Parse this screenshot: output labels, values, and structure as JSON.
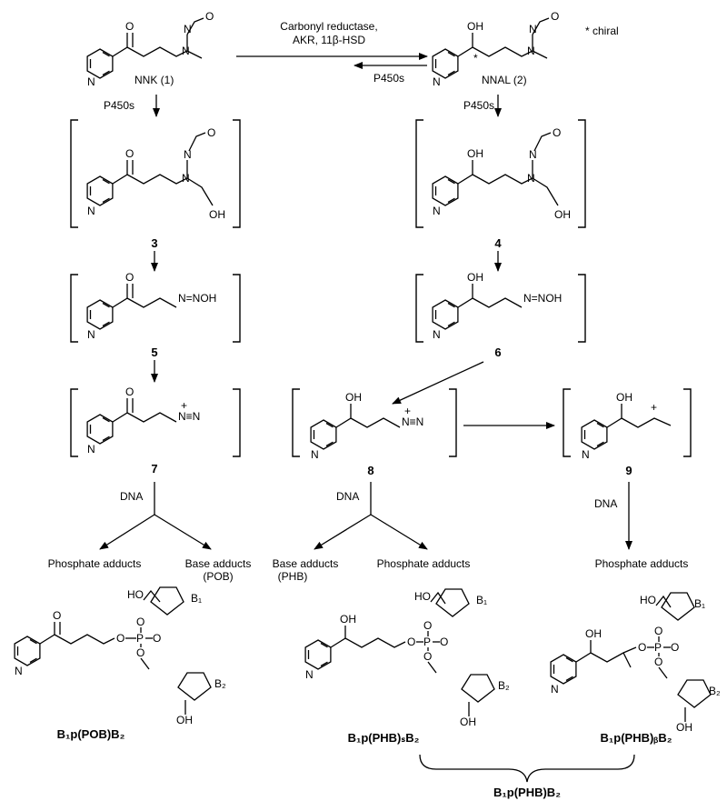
{
  "top": {
    "nnk": "NNK (1)",
    "nnal": "NNAL (2)",
    "chiral_note": "* chiral",
    "star": "*",
    "fwd_line1": "Carbonyl reductase,",
    "fwd_line2": "AKR, 11β-HSD",
    "rev": "P450s"
  },
  "p450": "P450s",
  "compounds": {
    "c3": "3",
    "c4": "4",
    "c5": "5",
    "c6": "6",
    "c7": "7",
    "c8": "8",
    "c9": "9"
  },
  "dna": "DNA",
  "adducts": {
    "phosphate": "Phosphate adducts",
    "base": "Base adducts",
    "pob": "(POB)",
    "phb": "(PHB)"
  },
  "atoms": {
    "O": "O",
    "N": "N",
    "OH": "OH",
    "HO": "HO",
    "P": "P",
    "plus": "+",
    "NOH": "N=NOH",
    "NN": "N≡N"
  },
  "products": {
    "pob": "B₁p(POB)B₂",
    "phbs": "B₁p(PHB)ₛB₂",
    "phbb": "B₁p(PHB)ᵦB₂",
    "phb": "B₁p(PHB)B₂"
  },
  "sugar": {
    "b1": "B₁",
    "b2": "B₂"
  }
}
